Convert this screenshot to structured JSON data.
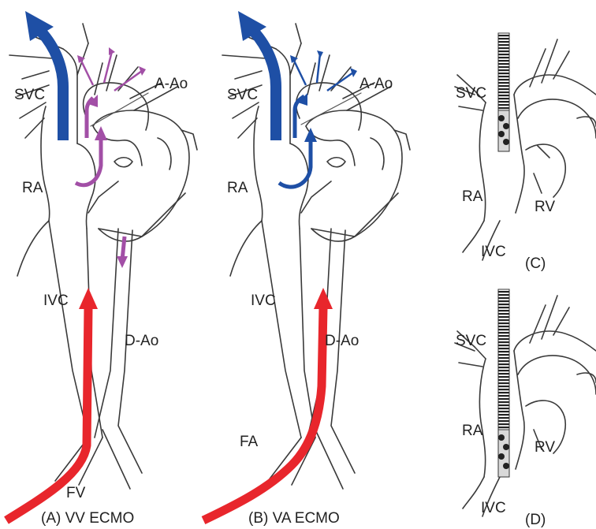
{
  "panels": [
    {
      "id": "A",
      "caption": "(A) VV ECMO",
      "labels": {
        "svc": "SVC",
        "ra": "RA",
        "ivc": "IVC",
        "aao": "A-Ao",
        "dao": "D-Ao",
        "vessel": "FV"
      },
      "flow_color": "#a24fa6"
    },
    {
      "id": "B",
      "caption": "(B) VA ECMO",
      "labels": {
        "svc": "SVC",
        "ra": "RA",
        "ivc": "IVC",
        "aao": "A-Ao",
        "dao": "D-Ao",
        "vessel": "FA"
      },
      "flow_color": "#1e4fa5"
    },
    {
      "id": "C",
      "caption": "(C)",
      "labels": {
        "svc": "SVC",
        "ra": "RA",
        "rv": "RV",
        "ivc": "IVC"
      }
    },
    {
      "id": "D",
      "caption": "(D)",
      "labels": {
        "svc": "SVC",
        "ra": "RA",
        "rv": "RV",
        "ivc": "IVC"
      }
    }
  ],
  "colors": {
    "return_arrow": "#1e4fa5",
    "cannula_arrow": "#e8262c",
    "vv_flow": "#a24fa6",
    "va_flow": "#1e4fa5",
    "cannula_fill": "#d9d9d9"
  }
}
